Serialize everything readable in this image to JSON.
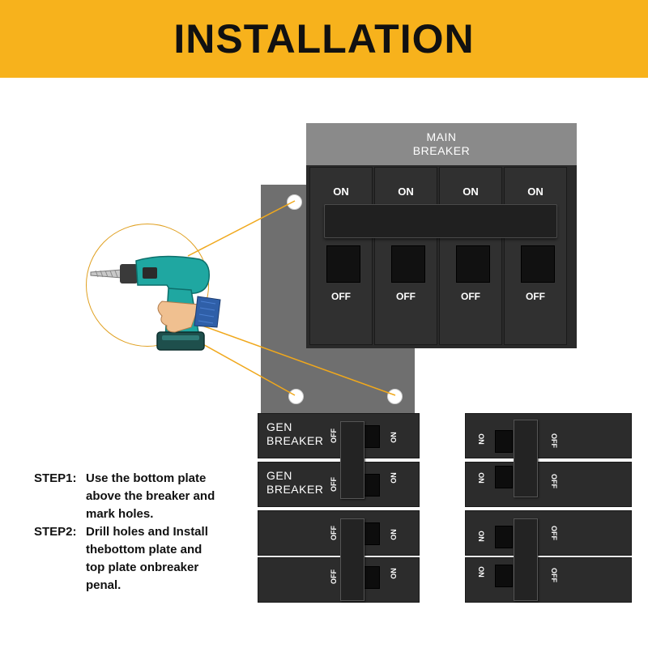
{
  "banner": {
    "title": "INSTALLATION"
  },
  "main_breaker": {
    "title_line1": "MAIN",
    "title_line2": "BREAKER",
    "on_label": "ON",
    "off_label": "OFF"
  },
  "gen_breaker": {
    "line1": "GEN",
    "line2": "BREAKER"
  },
  "switch_labels": {
    "on": "ON",
    "off": "OFF"
  },
  "steps": [
    {
      "label": "STEP1:",
      "lines": [
        "Use the bottom plate",
        "above the breaker and",
        "mark holes."
      ]
    },
    {
      "label": "STEP2:",
      "lines": [
        "Drill holes and Install",
        "thebottom plate and",
        "top plate onbreaker",
        "penal."
      ]
    }
  ],
  "colors": {
    "banner": "#f7b21c",
    "plate": "#6f6f6f",
    "breaker": "#2c2c2c",
    "header": "#8a8a8a",
    "leader_line": "#f0a81c"
  },
  "icons": [
    "drill-icon",
    "hand-icon"
  ]
}
